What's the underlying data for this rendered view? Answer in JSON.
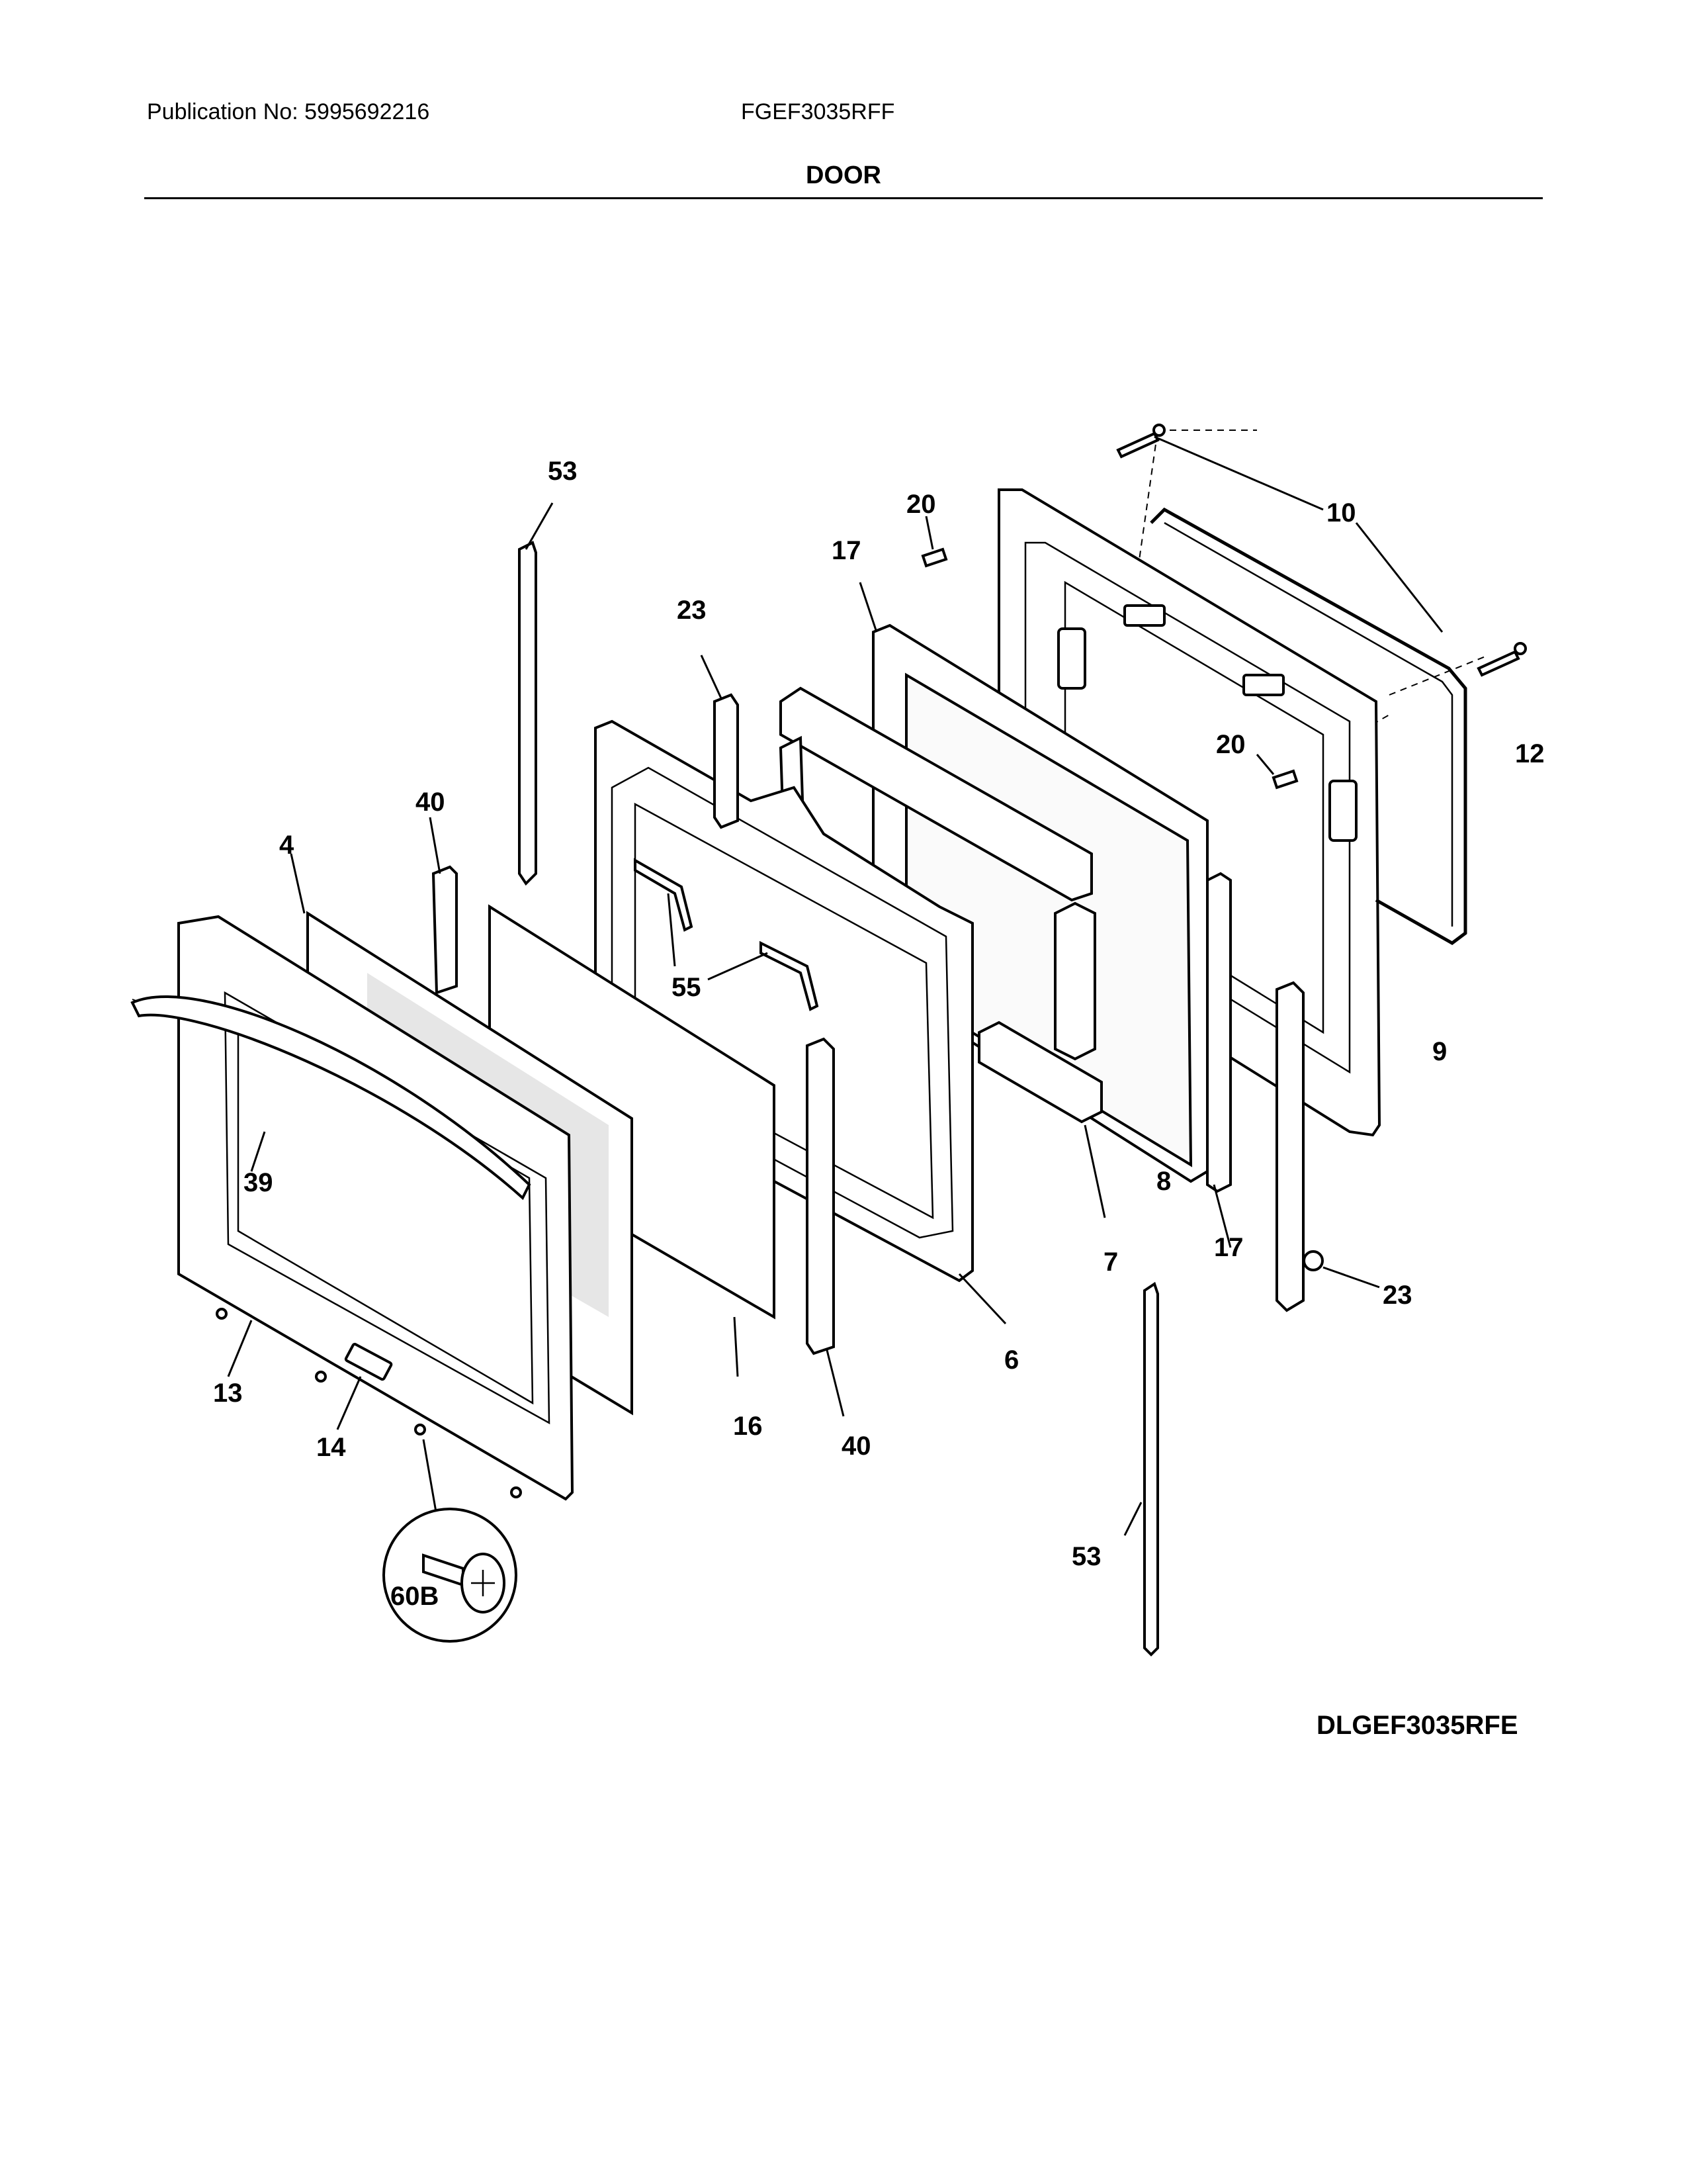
{
  "header": {
    "publication": "Publication No: 5995692216",
    "model": "FGEF3035RFF",
    "section_title": "DOOR"
  },
  "diagram_code": "DLGEF3035RFE",
  "callouts": {
    "c53a": "53",
    "c20a": "20",
    "c10": "10",
    "c17a": "17",
    "c23a": "23",
    "c20b": "20",
    "c12": "12",
    "c40a": "40",
    "c4": "4",
    "c55": "55",
    "c9": "9",
    "c39": "39",
    "c8": "8",
    "c7": "7",
    "c17b": "17",
    "c23b": "23",
    "c6": "6",
    "c13": "13",
    "c14": "14",
    "c16": "16",
    "c40b": "40",
    "c53b": "53",
    "c60b": "60B"
  }
}
